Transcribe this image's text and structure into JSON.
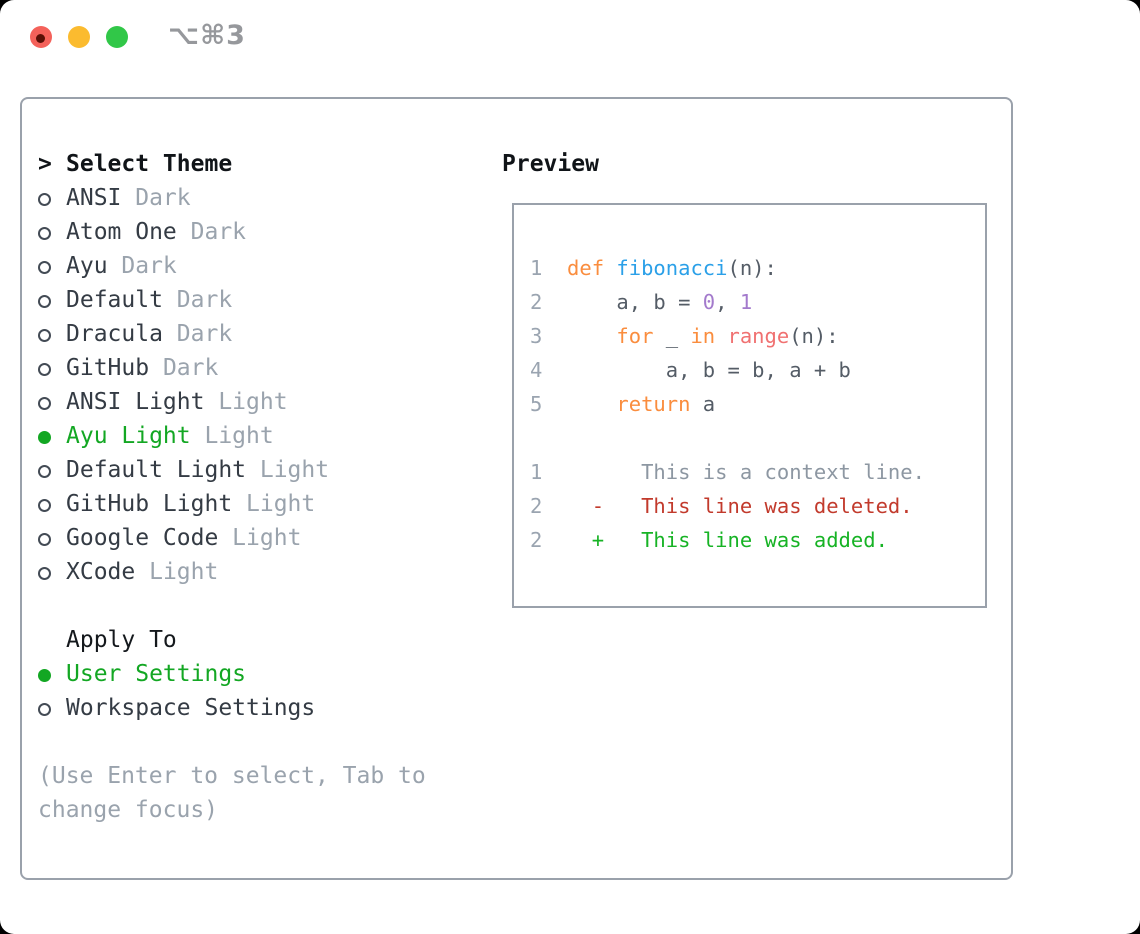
{
  "window": {
    "title": "⌥⌘3"
  },
  "theme_panel": {
    "header_marker": ">",
    "header_label": "Select Theme",
    "themes": [
      {
        "name": "ANSI",
        "variant": "Dark",
        "selected": false
      },
      {
        "name": "Atom One",
        "variant": "Dark",
        "selected": false
      },
      {
        "name": "Ayu",
        "variant": "Dark",
        "selected": false
      },
      {
        "name": "Default",
        "variant": "Dark",
        "selected": false
      },
      {
        "name": "Dracula",
        "variant": "Dark",
        "selected": false
      },
      {
        "name": "GitHub",
        "variant": "Dark",
        "selected": false
      },
      {
        "name": "ANSI Light",
        "variant": "Light",
        "selected": false
      },
      {
        "name": "Ayu Light",
        "variant": "Light",
        "selected": true
      },
      {
        "name": "Default Light",
        "variant": "Light",
        "selected": false
      },
      {
        "name": "GitHub Light",
        "variant": "Light",
        "selected": false
      },
      {
        "name": "Google Code",
        "variant": "Light",
        "selected": false
      },
      {
        "name": "XCode",
        "variant": "Light",
        "selected": false
      }
    ],
    "apply_to_label": "Apply To",
    "apply_options": [
      {
        "name": "User Settings",
        "selected": true
      },
      {
        "name": "Workspace Settings",
        "selected": false
      }
    ],
    "help_line1": "(Use Enter to select, Tab to",
    "help_line2": "change focus)"
  },
  "preview": {
    "title": "Preview",
    "lines": [
      [
        {
          "t": "1  ",
          "c": "ln"
        },
        {
          "t": "def",
          "c": "kw"
        },
        {
          "t": " ",
          "c": "fg"
        },
        {
          "t": "fibonacci",
          "c": "fn"
        },
        {
          "t": "(n):",
          "c": "fg"
        }
      ],
      [
        {
          "t": "2  ",
          "c": "ln"
        },
        {
          "t": "    a, b = ",
          "c": "fg"
        },
        {
          "t": "0",
          "c": "nu"
        },
        {
          "t": ", ",
          "c": "fg"
        },
        {
          "t": "1",
          "c": "nu"
        }
      ],
      [
        {
          "t": "3  ",
          "c": "ln"
        },
        {
          "t": "    ",
          "c": "fg"
        },
        {
          "t": "for",
          "c": "kw"
        },
        {
          "t": " _ ",
          "c": "fg"
        },
        {
          "t": "in",
          "c": "kw"
        },
        {
          "t": " ",
          "c": "fg"
        },
        {
          "t": "range",
          "c": "sp"
        },
        {
          "t": "(n):",
          "c": "fg"
        }
      ],
      [
        {
          "t": "4  ",
          "c": "ln"
        },
        {
          "t": "        a, b = b, a + b",
          "c": "fg"
        }
      ],
      [
        {
          "t": "5  ",
          "c": "ln"
        },
        {
          "t": "    ",
          "c": "fg"
        },
        {
          "t": "return",
          "c": "kw"
        },
        {
          "t": " a",
          "c": "fg"
        }
      ],
      [],
      [
        {
          "t": "1  ",
          "c": "ln"
        },
        {
          "t": "      This is a context line.",
          "c": "ctx"
        }
      ],
      [
        {
          "t": "2  ",
          "c": "ln"
        },
        {
          "t": "  -   This line was deleted.",
          "c": "del"
        }
      ],
      [
        {
          "t": "2  ",
          "c": "ln"
        },
        {
          "t": "  +   This line was added.",
          "c": "add"
        }
      ]
    ]
  },
  "colors": {
    "ln": "#9aa4b0",
    "fg": "#545c66",
    "kw": "#fa8d3e",
    "fn": "#2ba0e8",
    "nu": "#a37acc",
    "sp": "#f07171",
    "ctx": "#8d97a2",
    "del": "#c23a2c",
    "add": "#17b325",
    "selected_green": "#13a723",
    "panel_border": "#9aa1ab",
    "traffic_red": "#f4615a",
    "traffic_yellow": "#fbbb2f",
    "traffic_green": "#31c748"
  }
}
